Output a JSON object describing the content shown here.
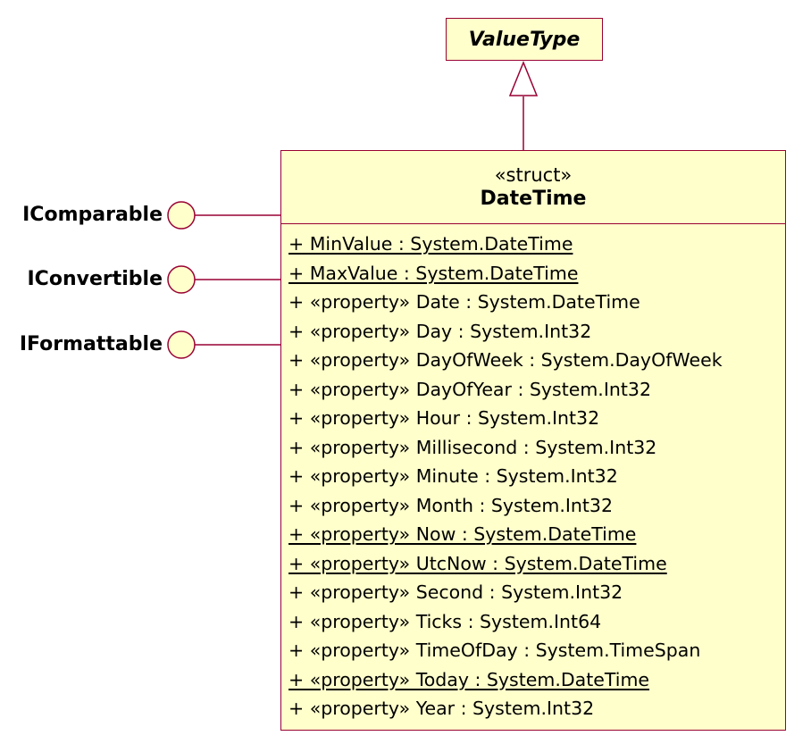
{
  "supertype": {
    "name": "ValueType"
  },
  "class": {
    "stereotype": "«struct»",
    "name": "DateTime",
    "attributes": [
      {
        "text": "+ MinValue : System.DateTime",
        "static": true
      },
      {
        "text": "+ MaxValue : System.DateTime",
        "static": true
      },
      {
        "text": "+ «property» Date : System.DateTime",
        "static": false
      },
      {
        "text": "+ «property» Day : System.Int32",
        "static": false
      },
      {
        "text": "+ «property» DayOfWeek : System.DayOfWeek",
        "static": false
      },
      {
        "text": "+ «property» DayOfYear : System.Int32",
        "static": false
      },
      {
        "text": "+ «property» Hour : System.Int32",
        "static": false
      },
      {
        "text": "+ «property» Millisecond : System.Int32",
        "static": false
      },
      {
        "text": "+ «property» Minute : System.Int32",
        "static": false
      },
      {
        "text": "+ «property» Month : System.Int32",
        "static": false
      },
      {
        "text": "+ «property» Now : System.DateTime",
        "static": true
      },
      {
        "text": "+ «property» UtcNow : System.DateTime",
        "static": true
      },
      {
        "text": "+ «property» Second : System.Int32",
        "static": false
      },
      {
        "text": "+ «property» Ticks : System.Int64",
        "static": false
      },
      {
        "text": "+ «property» TimeOfDay : System.TimeSpan",
        "static": false
      },
      {
        "text": "+ «property» Today : System.DateTime",
        "static": true
      },
      {
        "text": "+ «property» Year : System.Int32",
        "static": false
      }
    ]
  },
  "interfaces": [
    {
      "name": "IComparable"
    },
    {
      "name": "IConvertible"
    },
    {
      "name": "IFormattable"
    }
  ],
  "colors": {
    "border": "#990033",
    "fill": "#ffffcc",
    "text": "#000000"
  }
}
